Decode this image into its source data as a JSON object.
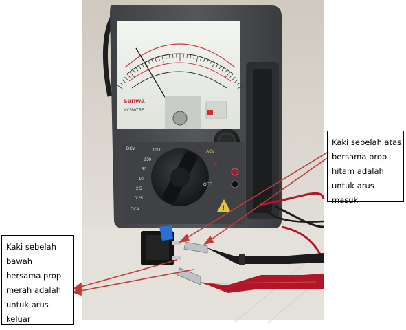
{
  "photo": {
    "meter_brand": "sanwa",
    "meter_model": "YX360TRF",
    "range_labels": [
      "DCV",
      "1000",
      "250",
      "50",
      "10",
      "2.5",
      "0.25",
      "DCA",
      "OFF"
    ],
    "colors": {
      "background_wall": "#d9d4cc",
      "floor": "#e6e3dd",
      "meter_body": "#4a4c4f",
      "meter_face": "#e9ece7",
      "dial_knob": "#222426",
      "red_probe": "#b0182a",
      "black_probe": "#1b1b1c",
      "annotation_arrow": "#c0393b",
      "switch_black": "#141414",
      "switch_blue": "#2a6fd6"
    }
  },
  "callouts": {
    "top": {
      "lines": [
        "Kaki sebelah atas",
        "bersama prop",
        "hitam adalah",
        "untuk arus",
        "masuk"
      ]
    },
    "bottom": {
      "lines": [
        "Kaki sebelah",
        "bawah",
        "bersama prop",
        "merah adalah",
        "untuk arus",
        "keluar"
      ]
    }
  }
}
